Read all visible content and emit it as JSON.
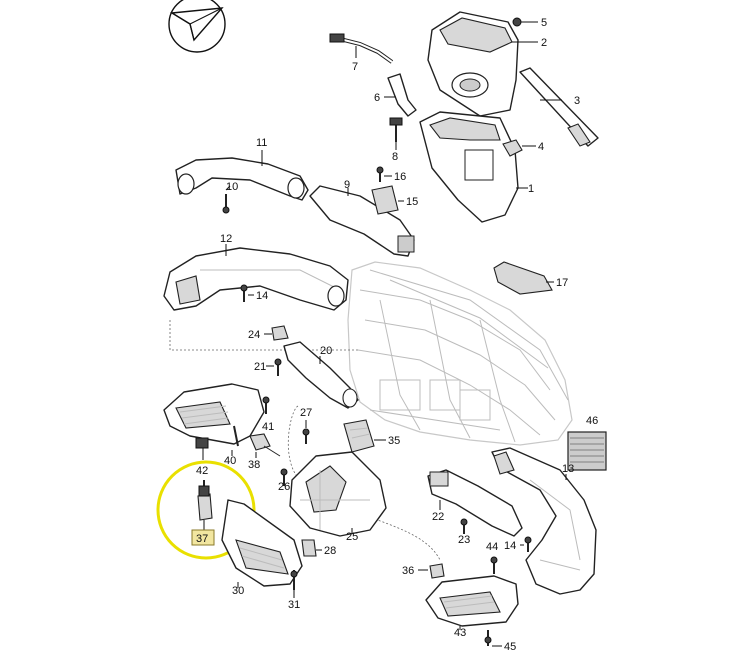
{
  "diagram": {
    "callouts": [
      {
        "id": "c1",
        "label": "1"
      },
      {
        "id": "c2",
        "label": "2"
      },
      {
        "id": "c3",
        "label": "3"
      },
      {
        "id": "c4",
        "label": "4"
      },
      {
        "id": "c5",
        "label": "5"
      },
      {
        "id": "c6",
        "label": "6"
      },
      {
        "id": "c7",
        "label": "7"
      },
      {
        "id": "c8",
        "label": "8"
      },
      {
        "id": "c9",
        "label": "9"
      },
      {
        "id": "c10",
        "label": "10"
      },
      {
        "id": "c11",
        "label": "11"
      },
      {
        "id": "c12",
        "label": "12"
      },
      {
        "id": "c13",
        "label": "13"
      },
      {
        "id": "c14a",
        "label": "14"
      },
      {
        "id": "c14b",
        "label": "14"
      },
      {
        "id": "c15",
        "label": "15"
      },
      {
        "id": "c16",
        "label": "16"
      },
      {
        "id": "c17",
        "label": "17"
      },
      {
        "id": "c20",
        "label": "20"
      },
      {
        "id": "c21",
        "label": "21"
      },
      {
        "id": "c22",
        "label": "22"
      },
      {
        "id": "c23",
        "label": "23"
      },
      {
        "id": "c24",
        "label": "24"
      },
      {
        "id": "c25",
        "label": "25"
      },
      {
        "id": "c26",
        "label": "26"
      },
      {
        "id": "c27",
        "label": "27"
      },
      {
        "id": "c28",
        "label": "28"
      },
      {
        "id": "c30",
        "label": "30"
      },
      {
        "id": "c31",
        "label": "31"
      },
      {
        "id": "c35",
        "label": "35"
      },
      {
        "id": "c36",
        "label": "36"
      },
      {
        "id": "c37",
        "label": "37"
      },
      {
        "id": "c38",
        "label": "38"
      },
      {
        "id": "c40",
        "label": "40"
      },
      {
        "id": "c41",
        "label": "41"
      },
      {
        "id": "c42",
        "label": "42"
      },
      {
        "id": "c43",
        "label": "43"
      },
      {
        "id": "c44",
        "label": "44"
      },
      {
        "id": "c45",
        "label": "45"
      },
      {
        "id": "c46",
        "label": "46"
      }
    ],
    "highlighted_part": "37",
    "highlight_color": "#e9e000",
    "logo_icon": "paper-plane-arrow-icon"
  }
}
